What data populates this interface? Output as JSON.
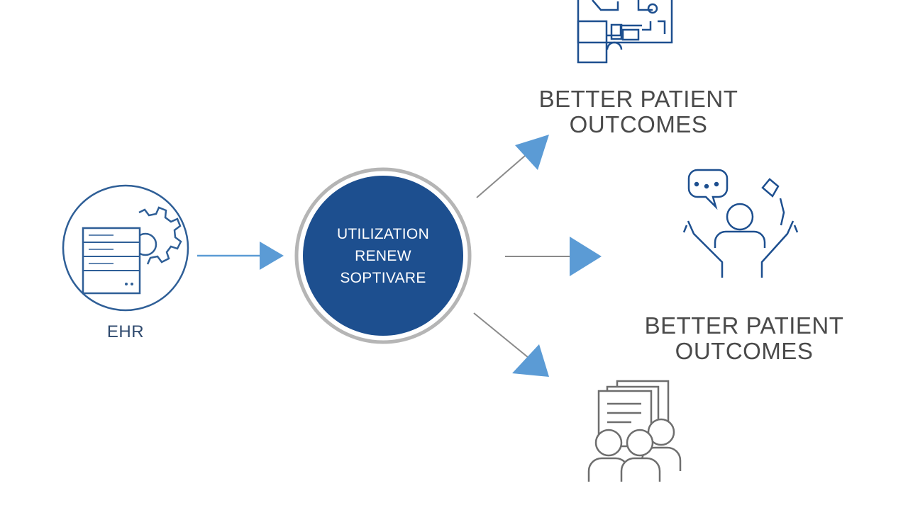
{
  "source": {
    "label": "EHR"
  },
  "hub": {
    "line1": "UTILIZATION",
    "line2": "RENEW",
    "line3": "SOPTIVARE"
  },
  "outcomes": [
    {
      "line1": "BETTER PATIENT",
      "line2": "OUTCOMES"
    },
    {
      "line1": "BETTER PATIENT",
      "line2": "OUTCOMES"
    }
  ],
  "icons": [
    "gear-icon",
    "server-icon",
    "circuit-board-icon",
    "person-speech-icon",
    "documents-people-icon"
  ],
  "colors": {
    "primary_blue": "#1d4f8f",
    "arrow_blue": "#5b9bd5",
    "ring_gray": "#b5b5b5",
    "text_gray": "#4a4a4a",
    "icon_gray": "#6e6e6e"
  }
}
